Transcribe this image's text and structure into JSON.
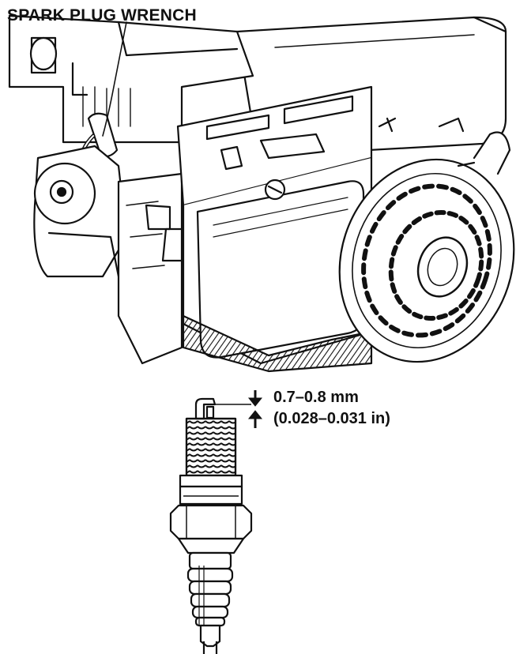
{
  "figure": {
    "callout_label": "SPARK PLUG WRENCH",
    "gap_spec": {
      "metric": "0.7–0.8 mm",
      "imperial": "(0.028–0.031 in)"
    },
    "line_color": "#111111",
    "background": "#ffffff"
  }
}
